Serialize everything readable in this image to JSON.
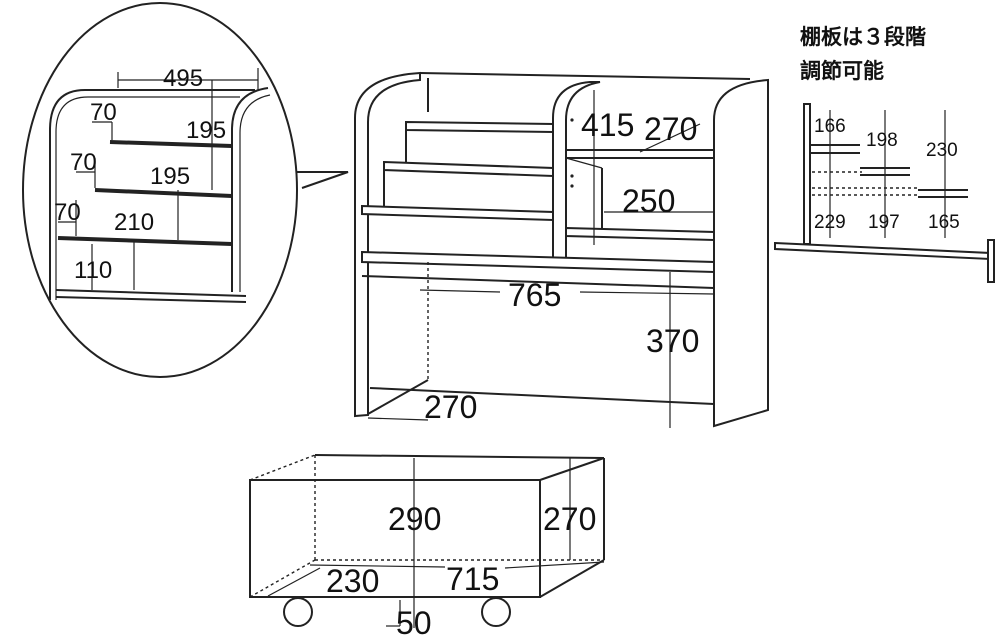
{
  "note": {
    "line1": "棚板は３段階",
    "line2": "調節可能"
  },
  "detail_view": {
    "width": "495",
    "step_top": "70",
    "step_mid": "70",
    "step_low": "70",
    "shelf_height_1": "195",
    "shelf_height_2": "195",
    "shelf_height_3": "210",
    "base_height": "110"
  },
  "main_unit": {
    "upper_right_height": "415",
    "upper_right_depth": "270",
    "mid_right_height": "250",
    "width": "765",
    "lower_height": "370",
    "lower_depth": "270"
  },
  "shelf_positions": {
    "top_left": "166",
    "top_mid": "198",
    "top_right": "230",
    "bottom_left": "229",
    "bottom_mid": "197",
    "bottom_right": "165"
  },
  "cart": {
    "width": "715",
    "inner_height": "290",
    "height": "270",
    "depth": "230",
    "caster_height": "50"
  }
}
